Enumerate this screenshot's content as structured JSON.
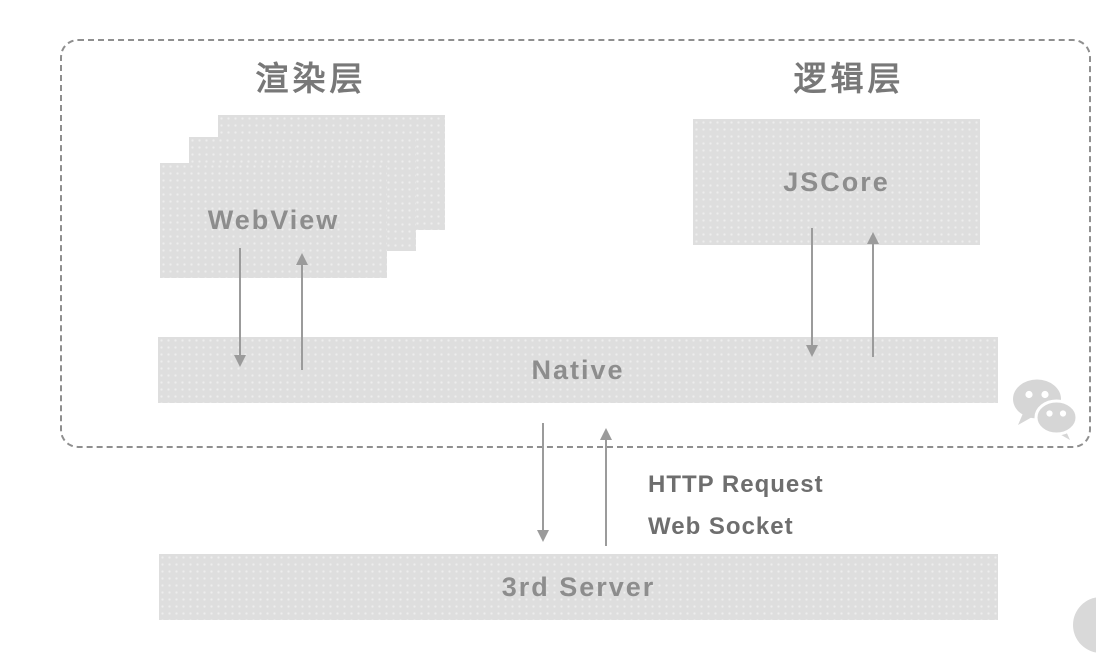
{
  "diagram": {
    "render_layer_title": "渲染层",
    "logic_layer_title": "逻辑层",
    "webview_label": "WebView",
    "jscore_label": "JSCore",
    "native_label": "Native",
    "server_label": "3rd Server",
    "http_request_label": "HTTP Request",
    "web_socket_label": "Web Socket"
  },
  "icons": {
    "wechat_icon": "wechat-speech-bubbles-logo",
    "watermark_circle": "partial-gray-circle"
  },
  "colors": {
    "box_fill": "#dedede",
    "box_text": "#8d8d8d",
    "layer_title_text": "#787878",
    "protocol_text": "#6e6e6e",
    "arrow": "#9b9b9b",
    "dashed_border": "#8f8f8f",
    "watermark": "#d9d9d9",
    "background": "#ffffff"
  }
}
